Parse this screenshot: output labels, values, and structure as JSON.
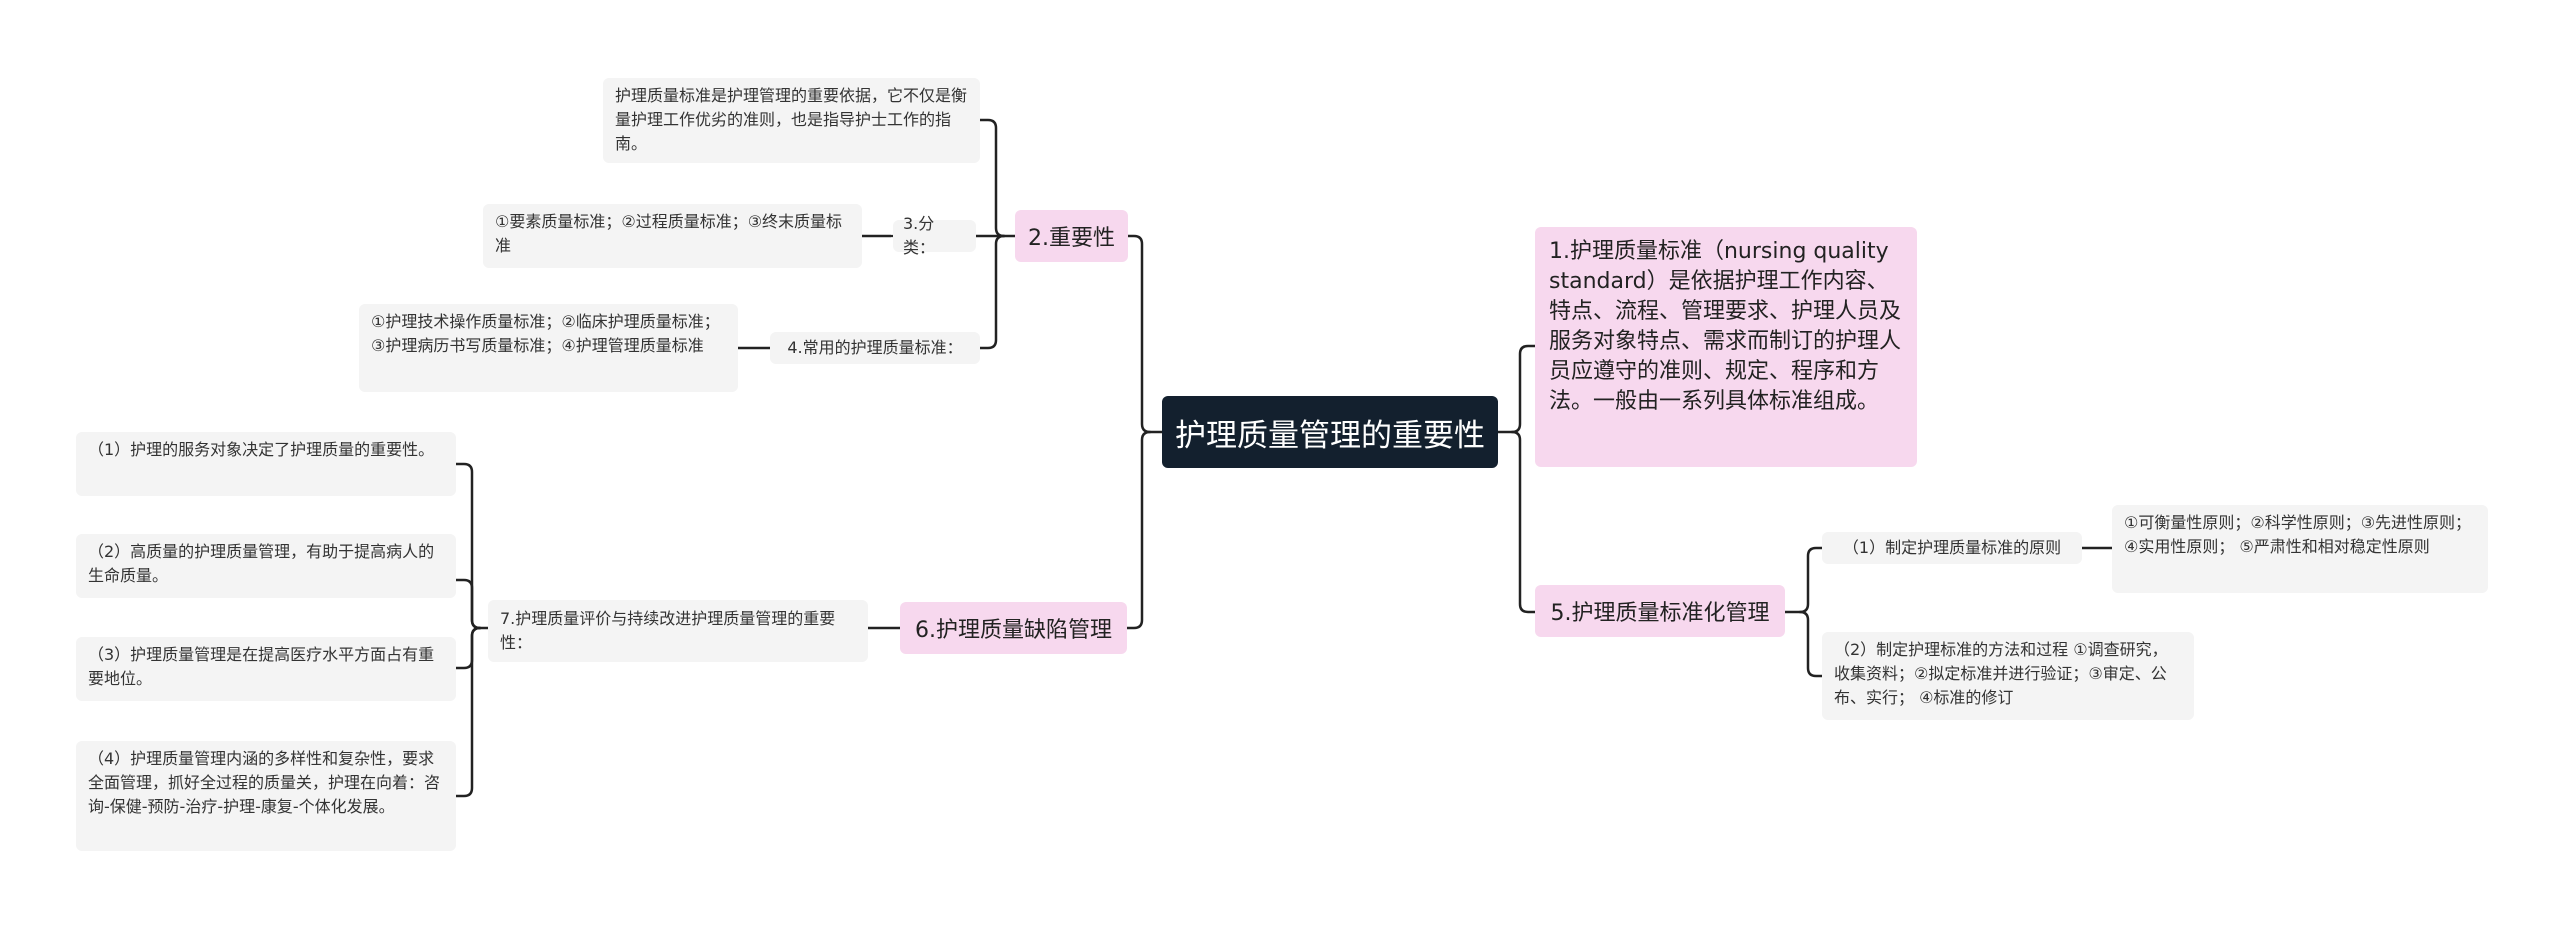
{
  "root": {
    "label": "护理质量管理的重要性"
  },
  "branches": {
    "importance": {
      "label": "2.重要性",
      "note": "护理质量标准是护理管理的重要依据，它不仅是衡量护理工作优劣的准则，也是指导护士工作的指南。",
      "classification": {
        "label": "3.分类：",
        "detail": "①要素质量标准；②过程质量标准；③终末质量标准"
      },
      "common": {
        "label": "4.常用的护理质量标准：",
        "detail": "①护理技术操作质量标准；②临床护理质量标准；③护理病历书写质量标准；④护理管理质量标准"
      }
    },
    "defect": {
      "label": "6.护理质量缺陷管理",
      "child": {
        "label": "7.护理质量评价与持续改进护理质量管理的重要性：",
        "items": [
          "（1）护理的服务对象决定了护理质量的重要性。",
          "（2）高质量的护理质量管理，有助于提高病人的生命质量。",
          "（3）护理质量管理是在提高医疗水平方面占有重要地位。",
          "（4）护理质量管理内涵的多样性和复杂性，要求全面管理，抓好全过程的质量关，护理在向着：咨询-保健-预防-治疗-护理-康复-个体化发展。"
        ]
      }
    },
    "definition": {
      "label": "1.护理质量标准（nursing quality standard）是依据护理工作内容、特点、流程、管理要求、护理人员及服务对象特点、需求而制订的护理人员应遵守的准则、规定、程序和方法。一般由一系列具体标准组成。"
    },
    "standardization": {
      "label": "5.护理质量标准化管理",
      "principles": {
        "label": "（1）制定护理质量标准的原则",
        "detail": "①可衡量性原则；②科学性原则；③先进性原则；④实用性原则； ⑤严肃性和相对稳定性原则"
      },
      "methods": {
        "label": "（2）制定护理标准的方法和过程 ①调查研究，收集资料；②拟定标准并进行验证；③审定、公布、实行； ④标准的修订"
      }
    }
  },
  "colors": {
    "root_bg": "#13202e",
    "main_bg": "#f7d8ee",
    "sub_bg": "#f4f4f4",
    "connector": "#222222"
  }
}
